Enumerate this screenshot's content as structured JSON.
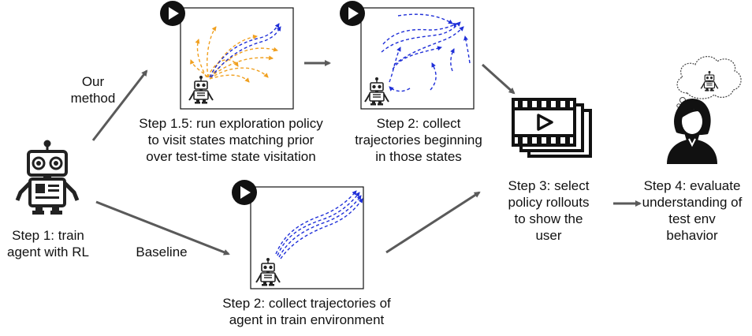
{
  "colors": {
    "arrow": "#5a5a5a",
    "path_orange": "#f0a020",
    "path_blue": "#1f2fd8",
    "ink": "#111111"
  },
  "labels": {
    "step1": "Step 1: train\nagent with RL",
    "our_method": "Our\nmethod",
    "baseline": "Baseline",
    "step15": "Step 1.5: run exploration policy\nto visit states matching prior\nover test-time state visitation",
    "step2_top": "Step 2: collect\ntrajectories beginning\nin those states",
    "step2_bottom": "Step 2: collect trajectories of\nagent in train environment",
    "step3": "Step 3: select\npolicy rollouts\nto show the\nuser",
    "step4": "Step 4: evaluate\nunderstanding of\ntest env\nbehavior"
  },
  "icons": {
    "agent": "robot-icon",
    "play": "play-button-icon",
    "video": "video-stack-icon",
    "user": "user-icon",
    "thought": "thought-bubble-icon"
  }
}
